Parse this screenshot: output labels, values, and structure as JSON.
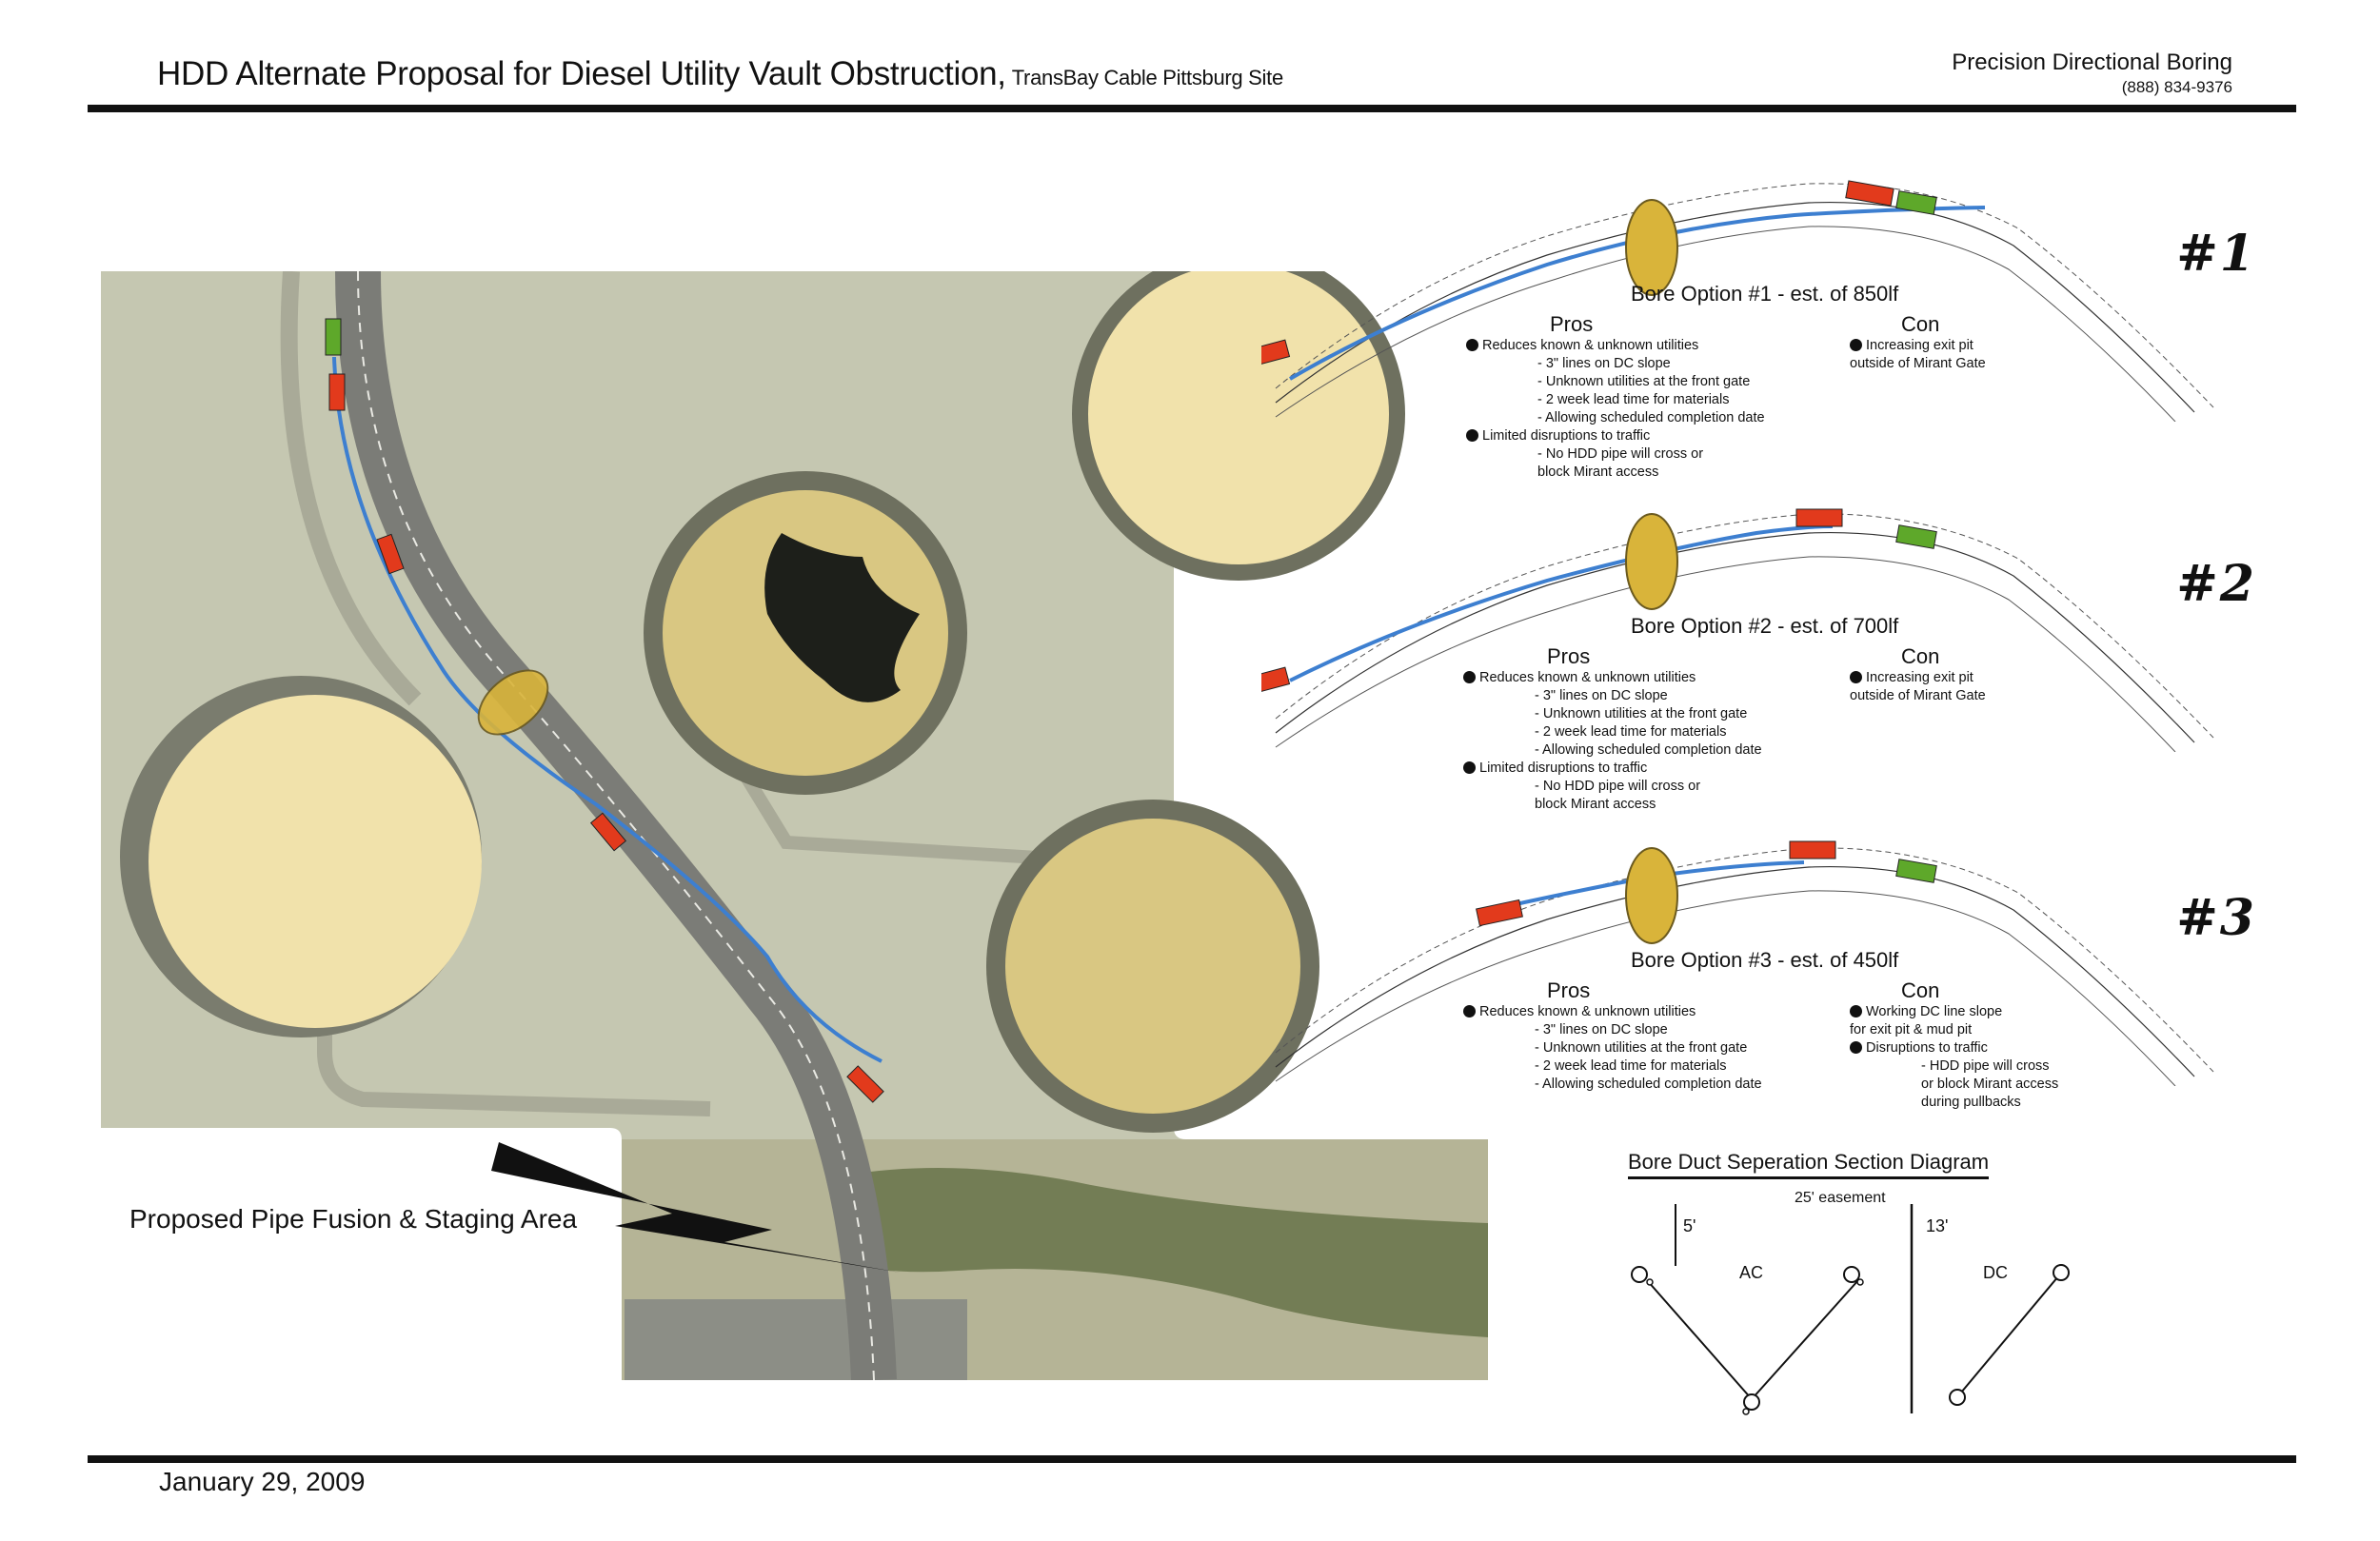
{
  "header": {
    "title": "HDD Alternate Proposal for Diesel Utility Vault Obstruction,",
    "subtitle": "TransBay Cable Pittsburg Site",
    "company_name": "Precision Directional Boring",
    "company_phone": "(888) 834-9376"
  },
  "map": {
    "staging_label": "Proposed Pipe Fusion & Staging Area"
  },
  "options": [
    {
      "title": "Bore Option #1 - est. of 850lf",
      "number": "#1",
      "pros_heading": "Pros",
      "cons_heading": "Con",
      "pros": [
        {
          "text": "Reduces known & unknown utilities",
          "sub": [
            "- 3\" lines on DC slope",
            "- Unknown utilities at the front gate",
            "- 2 week lead time for materials",
            "- Allowing scheduled completion date"
          ]
        },
        {
          "text": "Limited disruptions to traffic",
          "sub": [
            "- No HDD pipe will cross or",
            "block Mirant access"
          ]
        }
      ],
      "cons": [
        {
          "text": "Increasing exit pit",
          "cont": "outside of Mirant Gate",
          "sub": []
        }
      ]
    },
    {
      "title": "Bore Option #2 - est. of 700lf",
      "number": "#2",
      "pros_heading": "Pros",
      "cons_heading": "Con",
      "pros": [
        {
          "text": "Reduces known & unknown utilities",
          "sub": [
            "- 3\" lines on DC slope",
            "- Unknown utilities at the front gate",
            "- 2 week lead time for materials",
            "- Allowing scheduled completion date"
          ]
        },
        {
          "text": "Limited disruptions to traffic",
          "sub": [
            "- No HDD pipe will cross or",
            "block Mirant access"
          ]
        }
      ],
      "cons": [
        {
          "text": "Increasing exit pit",
          "cont": "outside of Mirant Gate",
          "sub": []
        }
      ]
    },
    {
      "title": "Bore Option #3 - est. of 450lf",
      "number": "#3",
      "pros_heading": "Pros",
      "cons_heading": "Con",
      "pros": [
        {
          "text": "Reduces known & unknown utilities",
          "sub": [
            "- 3\" lines on DC slope",
            "- Unknown utilities at the front gate",
            "- 2 week lead time for materials",
            "- Allowing scheduled completion date"
          ]
        }
      ],
      "cons": [
        {
          "text": "Working DC line slope",
          "cont": "for exit pit & mud pit",
          "sub": []
        },
        {
          "text": "Disruptions to traffic",
          "cont": "",
          "sub": [
            "- HDD pipe will cross",
            "or block Mirant access",
            "during pullbacks"
          ]
        }
      ]
    }
  ],
  "section_diagram": {
    "title": "Bore Duct Seperation Section Diagram",
    "easement": "25' easement",
    "ac_offset": "5'",
    "dc_offset": "13'",
    "ac_label": "AC",
    "dc_label": "DC"
  },
  "footer": {
    "date": "January 29, 2009"
  },
  "colors": {
    "bore_path": "#3d7fd0",
    "vault": "#d9b43a",
    "entry_exit_marker": "#e23a1c",
    "vault_marker": "#5ea82a",
    "aerial_ground": "#c4c6b0",
    "tank_fill": "#f1e2ab"
  }
}
